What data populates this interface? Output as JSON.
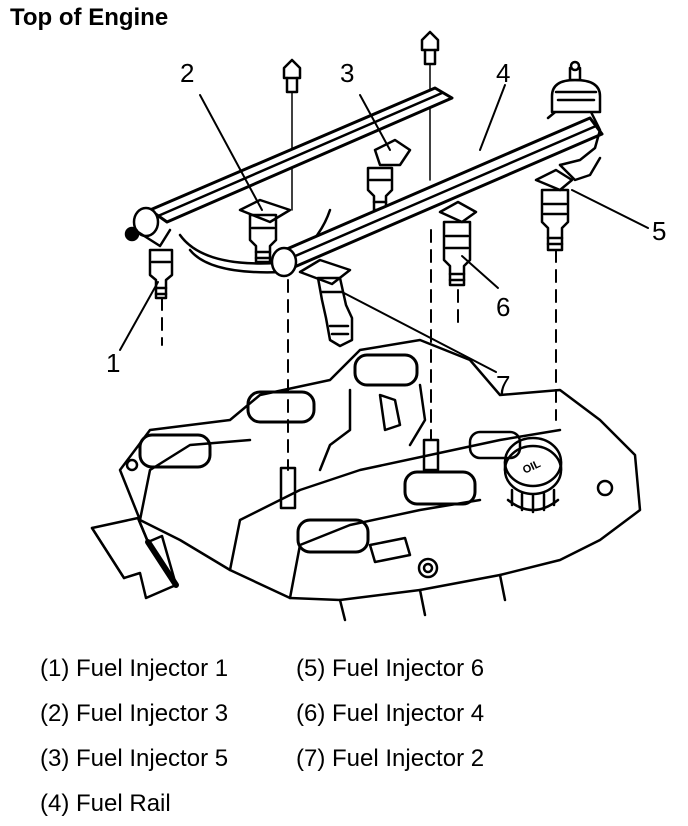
{
  "title": "Top of Engine",
  "callouts": [
    "1",
    "2",
    "3",
    "4",
    "5",
    "6",
    "7"
  ],
  "legend": {
    "left": [
      "(1) Fuel Injector 1",
      "(2) Fuel Injector 3",
      "(3) Fuel Injector 5",
      "(4) Fuel Rail"
    ],
    "right": [
      "(5) Fuel Injector 6",
      "(6) Fuel Injector 4",
      "(7) Fuel Injector 2"
    ]
  },
  "intake_cap_text": "OIL",
  "colors": {
    "ink": "#000000",
    "paper": "#ffffff"
  }
}
